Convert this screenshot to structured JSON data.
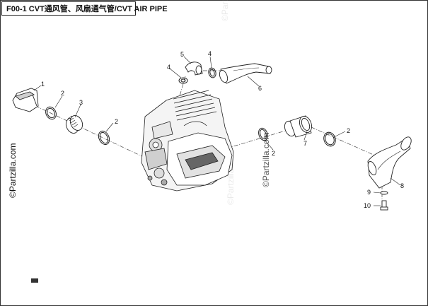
{
  "diagram": {
    "title": "F00-1 CVT通风管、风扇通气管/CVT AIR PIPE",
    "watermark": "©Partzilla.com",
    "callouts": [
      {
        "id": "c1",
        "label": "1"
      },
      {
        "id": "c2a",
        "label": "2"
      },
      {
        "id": "c3",
        "label": "3"
      },
      {
        "id": "c2b",
        "label": "2"
      },
      {
        "id": "c4a",
        "label": "4"
      },
      {
        "id": "c5",
        "label": "5"
      },
      {
        "id": "c4b",
        "label": "4"
      },
      {
        "id": "c6",
        "label": "6"
      },
      {
        "id": "c2c",
        "label": "2"
      },
      {
        "id": "c7",
        "label": "7"
      },
      {
        "id": "c2d",
        "label": "2"
      },
      {
        "id": "c8",
        "label": "8"
      },
      {
        "id": "c9",
        "label": "9"
      },
      {
        "id": "c10",
        "label": "10"
      }
    ]
  }
}
